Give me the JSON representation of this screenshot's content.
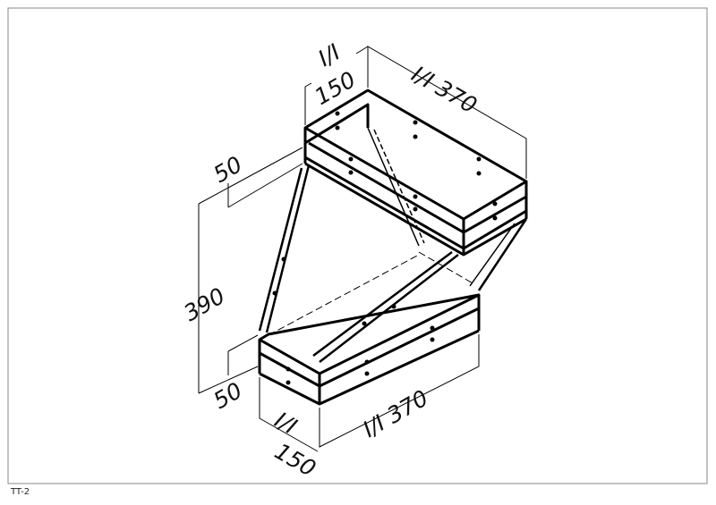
{
  "drawing": {
    "code": "TT-2",
    "dimensions": {
      "top_width_prefix": "I/I",
      "top_width": "150",
      "top_length": "I/I 370",
      "top_collar": "50",
      "height": "390",
      "bottom_collar": "50",
      "bottom_width_prefix": "I/I",
      "bottom_width": "150",
      "bottom_length": "I/I 370"
    }
  }
}
